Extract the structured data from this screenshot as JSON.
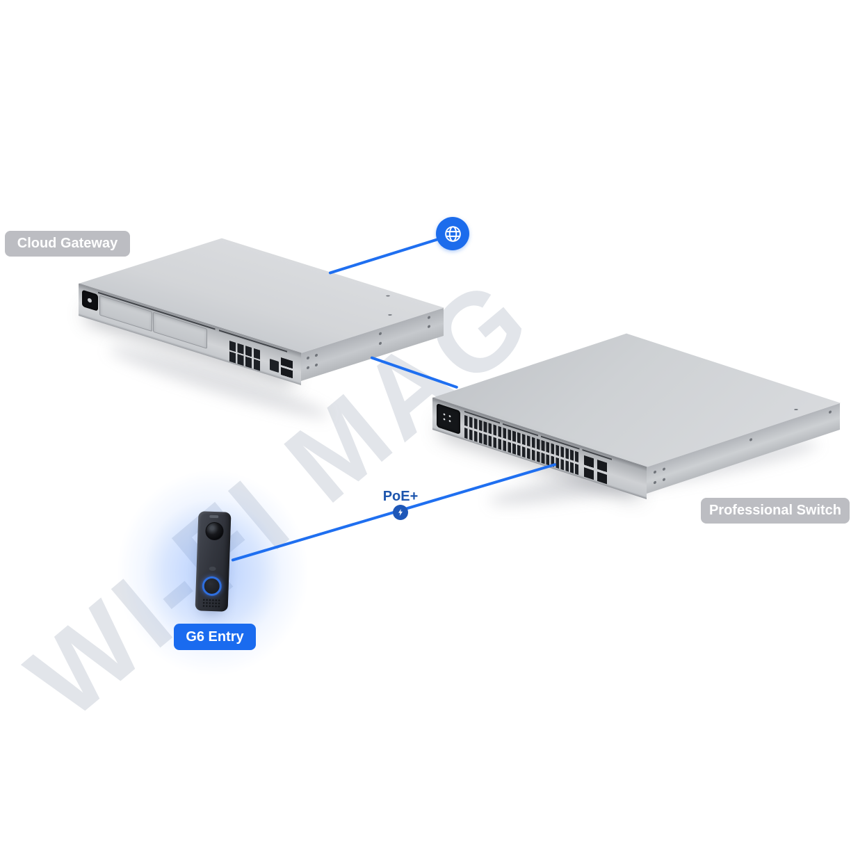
{
  "watermark_text": "WI-FI MAG",
  "nodes": {
    "cloud_gateway": {
      "label": "Cloud Gateway"
    },
    "professional_switch": {
      "label": "Professional Switch"
    },
    "g6_entry": {
      "label": "G6 Entry"
    }
  },
  "connection": {
    "poe_label": "PoE+"
  },
  "icons": {
    "internet": "globe-icon",
    "poe_power": "lightning-bolt-icon"
  },
  "colors": {
    "accent_blue": "#1c6cec",
    "line_blue": "#1f6ff0",
    "poe_badge_blue": "#1e57b8",
    "poe_text_blue": "#1d55ad",
    "gray_label_bg": "#a5a7ad",
    "g6_label_bg": "#1a6bef",
    "device_metal": "#ced1d4",
    "doorbell_body": "#33363e",
    "doorbell_glow": "#80acfc",
    "watermark_gray": "#cbcfd8"
  }
}
